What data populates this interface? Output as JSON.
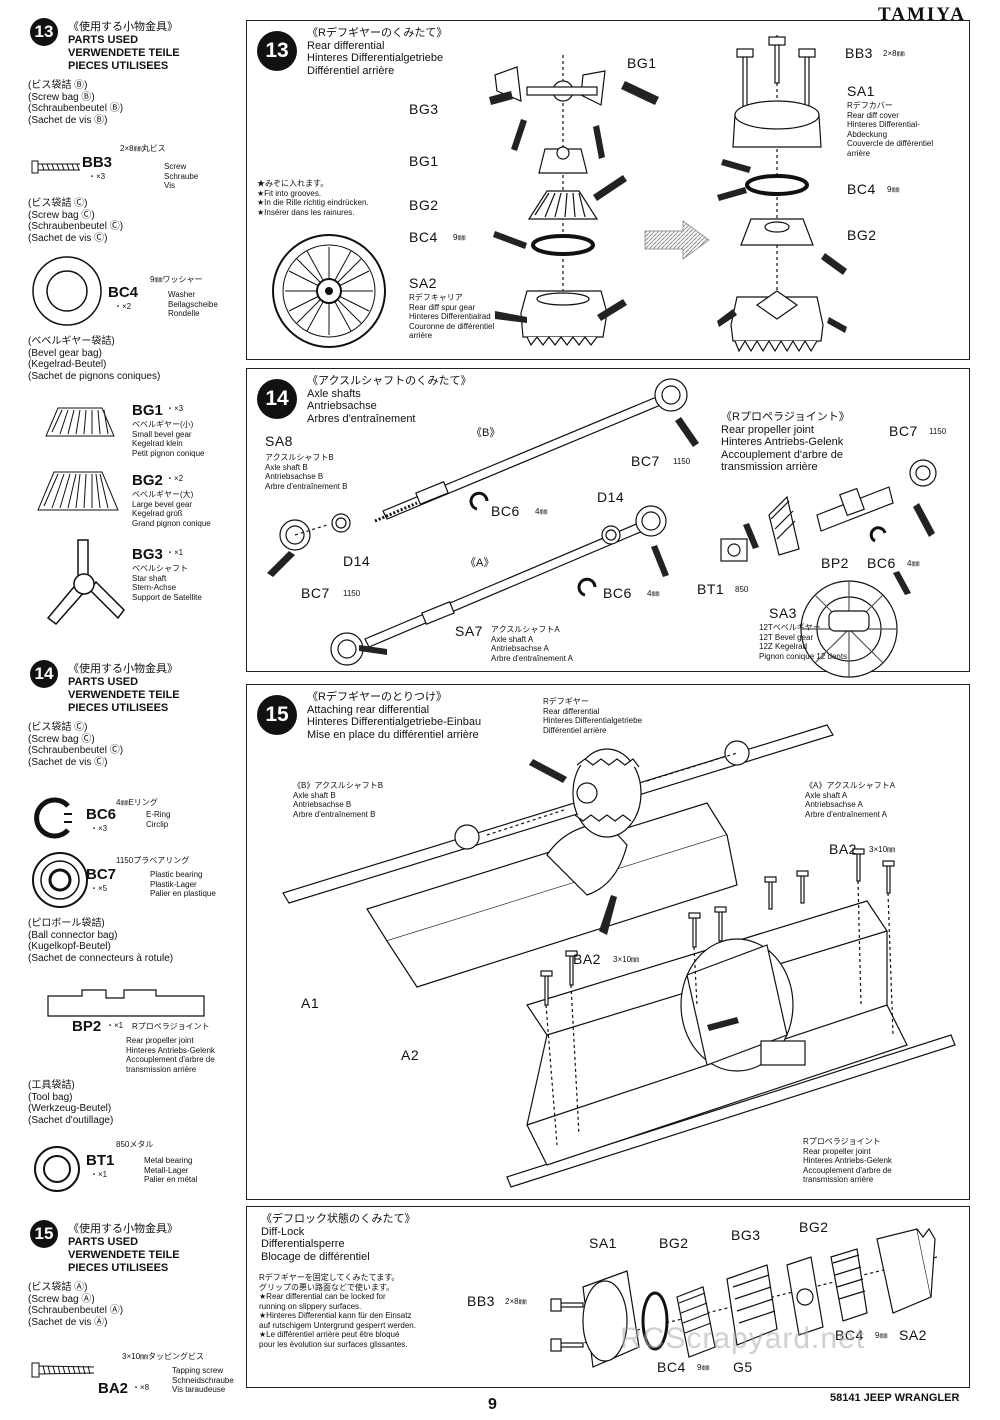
{
  "brand": "TAMIYA",
  "footer": {
    "page_number": "9",
    "model": "58141 JEEP WRANGLER"
  },
  "watermark": "RCScrapyard.net",
  "sidebar": {
    "s13": {
      "num": "13",
      "jp": "《使用する小物金具》",
      "hdr": [
        "PARTS USED",
        "VERWENDETE TEILE",
        "PIECES UTILISEES"
      ],
      "bag1": [
        "(ビス袋詰 Ⓑ)",
        "(Screw bag Ⓑ)",
        "(Schraubenbeutel Ⓑ)",
        "(Sachet de vis Ⓑ)"
      ],
      "bb3": {
        "code": "BB3",
        "qty": "・×3",
        "size": "2×8㎜丸ビス",
        "desc": [
          "Screw",
          "Schraube",
          "Vis"
        ]
      },
      "bag2": [
        "(ビス袋詰 Ⓒ)",
        "(Screw bag Ⓒ)",
        "(Schraubenbeutel Ⓒ)",
        "(Sachet de vis Ⓒ)"
      ],
      "bc4": {
        "code": "BC4",
        "qty": "・×2",
        "size": "9㎜ワッシャー",
        "desc": [
          "Washer",
          "Beilagscheibe",
          "Rondelle"
        ]
      },
      "bag3": [
        "(ベベルギヤー袋詰)",
        "(Bevel gear bag)",
        "(Kegelrad-Beutel)",
        "(Sachet de pignons coniques)"
      ],
      "bg1": {
        "code": "BG1",
        "qty": "・×3",
        "jp": "ベベルギヤー(小)",
        "desc": [
          "Small bevel gear",
          "Kegelrad klein",
          "Petit pignon conique"
        ]
      },
      "bg2": {
        "code": "BG2",
        "qty": "・×2",
        "jp": "ベベルギヤー(大)",
        "desc": [
          "Large bevel gear",
          "Kegelrad groß",
          "Grand pignon conique"
        ]
      },
      "bg3": {
        "code": "BG3",
        "qty": "・×1",
        "jp": "ベベルシャフト",
        "desc": [
          "Star shaft",
          "Stern-Achse",
          "Support de Satellite"
        ]
      }
    },
    "s14": {
      "num": "14",
      "jp": "《使用する小物金具》",
      "hdr": [
        "PARTS USED",
        "VERWENDETE TEILE",
        "PIECES UTILISEES"
      ],
      "bag1": [
        "(ビス袋詰 Ⓒ)",
        "(Screw bag Ⓒ)",
        "(Schraubenbeutel Ⓒ)",
        "(Sachet de vis Ⓒ)"
      ],
      "bc6": {
        "code": "BC6",
        "qty": "・×3",
        "size": "4㎜Eリング",
        "desc": [
          "E-Ring",
          "Circlip"
        ]
      },
      "bc7": {
        "code": "BC7",
        "qty": "・×5",
        "size": "1150プラベアリング",
        "desc": [
          "Plastic bearing",
          "Plastik-Lager",
          "Palier en plastique"
        ]
      },
      "bag2": [
        "(ピロボール袋詰)",
        "(Ball connector bag)",
        "(Kugelkopf-Beutel)",
        "(Sachet de connecteurs à rotule)"
      ],
      "bp2": {
        "code": "BP2",
        "qty": "・×1",
        "jp": "Rプロペラジョイント",
        "desc": [
          "Rear propeller joint",
          "Hinteres Antriebs-Gelenk",
          "Accouplement d'arbre de",
          "transmission arrière"
        ]
      },
      "bag3": [
        "(工具袋詰)",
        "(Tool bag)",
        "(Werkzeug-Beutel)",
        "(Sachet d'outillage)"
      ],
      "bt1": {
        "code": "BT1",
        "qty": "・×1",
        "size": "850メタル",
        "desc": [
          "Metal bearing",
          "Metall-Lager",
          "Palier en métal"
        ]
      }
    },
    "s15": {
      "num": "15",
      "jp": "《使用する小物金具》",
      "hdr": [
        "PARTS USED",
        "VERWENDETE TEILE",
        "PIECES UTILISEES"
      ],
      "bag1": [
        "(ビス袋詰 Ⓐ)",
        "(Screw bag Ⓐ)",
        "(Schraubenbeutel Ⓐ)",
        "(Sachet de vis Ⓐ)"
      ],
      "ba2": {
        "code": "BA2",
        "qty": "・×8",
        "size": "3×10㎜タッピングビス",
        "desc": [
          "Tapping screw",
          "Schneidschraube",
          "Vis taraudeuse"
        ]
      }
    }
  },
  "step13": {
    "num": "13",
    "title": [
      "《Rデフギヤーのくみたて》",
      "Rear differential",
      "Hinteres Differentialgetriebe",
      "Différentiel arrière"
    ],
    "note": [
      "★みぞに入れます。",
      "★Fit into grooves.",
      "★In die Rille richtig eindrücken.",
      "★Insérer dans les rainures."
    ],
    "labels": {
      "bg1a": "BG1",
      "bg3": "BG3",
      "bg1b": "BG1",
      "bg2": "BG2",
      "bc4": "BC4",
      "bc4size": "9㎜",
      "sa2": "SA2",
      "bb3": "BB3",
      "bb3size": "2×8㎜",
      "sa1": "SA1",
      "bc4r": "BC4",
      "bc4rsize": "9㎜",
      "bg2r": "BG2"
    },
    "sa2desc": [
      "Rデフキャリア",
      "Rear diff spur gear",
      "Hinteres Differentialrad",
      "Couronne de différentiel",
      "arrière"
    ],
    "sa1desc": [
      "Rデフカバー",
      "Rear diff cover",
      "Hinteres Differential-",
      "Abdeckung",
      "Couvercle de différentiel",
      "arrière"
    ]
  },
  "step14": {
    "num": "14",
    "title": [
      "《アクスルシャフトのくみたて》",
      "Axle shafts",
      "Antriebsachse",
      "Arbres d'entraînement"
    ],
    "labels": {
      "sa8": "SA8",
      "b": "《B》",
      "a": "《A》",
      "bc7a": "BC7",
      "bc7a_size": "1150",
      "bc6a": "BC6",
      "bc6a_size": "4㎜",
      "d14a": "D14",
      "d14b": "D14",
      "bc7b": "BC7",
      "bc7b_size": "1150",
      "bc6b": "BC6",
      "bc6b_size": "4㎜",
      "sa7": "SA7",
      "bt1": "BT1",
      "bt1_size": "850",
      "sa3": "SA3",
      "bp2": "BP2",
      "bc6c": "BC6",
      "bc6c_size": "4㎜",
      "bc7c": "BC7",
      "bc7c_size": "1150"
    },
    "sa8desc": [
      "アクスルシャフトB",
      "Axle shaft B",
      "Antriebsachse B",
      "Arbre d'entraînement B"
    ],
    "sa7desc": [
      "アクスルシャフトA",
      "Axle shaft A",
      "Antriebsachse A",
      "Arbre d'entraînement A"
    ],
    "propdesc": [
      "《Rプロペラジョイント》",
      "Rear propeller joint",
      "Hinteres Antriebs-Gelenk",
      "Accouplement d'arbre de",
      "transmission arrière"
    ],
    "sa3desc": [
      "12Tベベルギヤー",
      "12T Bevel gear",
      "12Z Kegelrad",
      "Pignon conique 12 dents"
    ]
  },
  "step15": {
    "num": "15",
    "title": [
      "《Rデフギヤーのとりつけ》",
      "Attaching rear differential",
      "Hinteres Differentialgetriebe-Einbau",
      "Mise en place du différentiel arrière"
    ],
    "rdiff": [
      "Rデフギヤー",
      "Rear differential",
      "Hinteres Differentialgetriebe",
      "Différentiel arrière"
    ],
    "bdesc": [
      "《B》アクスルシャフトB",
      "Axle shaft B",
      "Antriebsachse B",
      "Arbre d'entraînement B"
    ],
    "adesc": [
      "《A》アクスルシャフトA",
      "Axle shaft A",
      "Antriebsachse A",
      "Arbre d'entraînement A"
    ],
    "labels": {
      "ba2a": "BA2",
      "ba2a_size": "3×10㎜",
      "ba2b": "BA2",
      "ba2b_size": "3×10㎜",
      "a1": "A1",
      "a2": "A2"
    },
    "propdesc": [
      "Rプロペラジョイント",
      "Rear propeller joint",
      "Hinteres Antriebs-Gelenk",
      "Accouplement d'arbre de",
      "transmission arrière"
    ]
  },
  "difflock": {
    "title": [
      "《デフロック状態のくみたて》",
      "Diff-Lock",
      "Differentialsperre",
      "Blocage de différentiel"
    ],
    "note": [
      "Rデフギヤーを固定してくみたてます。",
      "グリップの悪い路面などで使います。",
      "★Rear differential can be locked for",
      "running on slippery surfaces.",
      "★Hinteres Differential kann für den Einsatz",
      "auf rutschigem Untergrund gesperrt werden.",
      "★Le différentiel arrière peut être bloqué",
      "pour les évolution sur surfaces glissantes."
    ],
    "labels": {
      "sa1": "SA1",
      "bg2": "BG2",
      "bg3": "BG3",
      "bg2b": "BG2",
      "bb3": "BB3",
      "bb3size": "2×8㎜",
      "bc4a": "BC4",
      "bc4a_size": "9㎜",
      "g5": "G5",
      "bc4b": "BC4",
      "bc4b_size": "9㎜",
      "sa2": "SA2"
    }
  }
}
